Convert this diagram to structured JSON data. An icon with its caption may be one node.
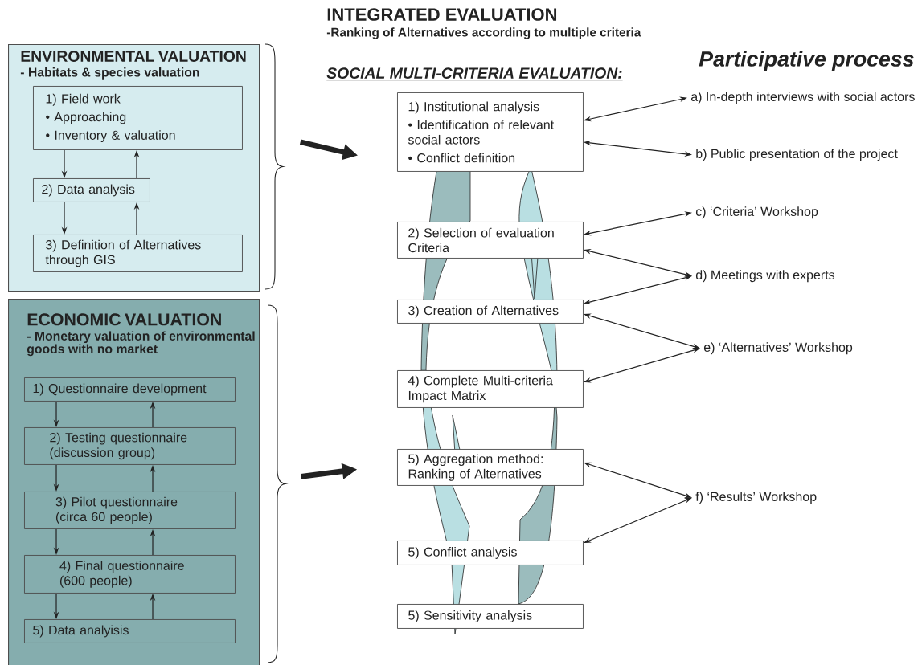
{
  "diagram": {
    "nodes": [
      {
        "text": [
          "ENVIRONMENTAL VALUATION",
          "- Habitats & species valuation"
        ]
      },
      {
        "text": [
          "1) Field work",
          "• Approaching",
          "• Inventory & valuation"
        ],
        "in": 0
      },
      {
        "text": [
          "2) Data analysis"
        ],
        "in": 0
      },
      {
        "text": [
          "3) Definition of Alternatives through GIS"
        ],
        "in": 0
      },
      {
        "text": [
          "ECONOMIC VALUATION",
          "- Monetary valuation of environmental goods with no market"
        ]
      },
      {
        "text": [
          "1) Questionnaire development"
        ],
        "in": 4
      },
      {
        "text": [
          "2) Testing questionnaire (discussion group)"
        ],
        "in": 4
      },
      {
        "text": [
          "3) Pilot questionnaire (circa 60 people)"
        ],
        "in": 4
      },
      {
        "text": [
          "4) Final questionnaire (600 people)"
        ],
        "in": 4
      },
      {
        "text": [
          "5) Data analyisis"
        ],
        "in": 4
      },
      {
        "text": [
          "1) Institutional analysis",
          "• Identification of relevant social actors",
          "• Conflict definition"
        ]
      },
      {
        "text": [
          "2) Selection of evaluation Criteria"
        ]
      },
      {
        "text": [
          "3) Creation of Alternatives"
        ]
      },
      {
        "text": [
          "4) Complete Multi-criteria Impact Matrix"
        ]
      },
      {
        "text": [
          "5) Aggregation method: Ranking of Alternatives"
        ]
      },
      {
        "text": [
          "5) Conflict analysis"
        ]
      },
      {
        "text": [
          "5) Sensitivity analysis"
        ]
      },
      {
        "text": [
          "a) In-depth interviews with social actors"
        ]
      },
      {
        "text": [
          "b) Public presentation of the project"
        ]
      },
      {
        "text": [
          "c) ‘Criteria’ Workshop"
        ]
      },
      {
        "text": [
          "d) Meetings with experts"
        ]
      },
      {
        "text": [
          "e) ‘Alternatives’ Workshop"
        ]
      },
      {
        "text": [
          "f) ‘Results’ Workshop"
        ]
      }
    ],
    "edges": [
      {
        "from": 1,
        "to": 2,
        "arrow": "to"
      },
      {
        "from": 2,
        "to": 1,
        "arrow": "to"
      },
      {
        "from": 2,
        "to": 3,
        "arrow": "to"
      },
      {
        "from": 3,
        "to": 2,
        "arrow": "to"
      },
      {
        "from": 5,
        "to": 6,
        "arrow": "to"
      },
      {
        "from": 6,
        "to": 5,
        "arrow": "to"
      },
      {
        "from": 6,
        "to": 7,
        "arrow": "to"
      },
      {
        "from": 7,
        "to": 6,
        "arrow": "to"
      },
      {
        "from": 7,
        "to": 8,
        "arrow": "to"
      },
      {
        "from": 8,
        "to": 7,
        "arrow": "to"
      },
      {
        "from": 8,
        "to": 9,
        "arrow": "to"
      },
      {
        "from": 9,
        "to": 8,
        "arrow": "to"
      },
      {
        "from": 0,
        "to": 10,
        "arrow": "to",
        "style": "thick"
      },
      {
        "from": 4,
        "to": 14,
        "arrow": "to",
        "style": "thick"
      },
      {
        "from": 10,
        "to": 17,
        "arrow": "both"
      },
      {
        "from": 10,
        "to": 18,
        "arrow": "both"
      },
      {
        "from": 11,
        "to": 19,
        "arrow": "both"
      },
      {
        "from": 11,
        "to": 20,
        "arrow": "both"
      },
      {
        "from": 12,
        "to": 20,
        "arrow": "both"
      },
      {
        "from": 12,
        "to": 21,
        "arrow": "both"
      },
      {
        "from": 13,
        "to": 21,
        "arrow": "both"
      },
      {
        "from": 14,
        "to": 22,
        "arrow": "both"
      },
      {
        "from": 15,
        "to": 22,
        "arrow": "both"
      }
    ],
    "labels": [
      "INTEGRATED EVALUATION",
      "-Ranking of Alternatives according to multiple criteria",
      "SOCIAL MULTI-CRITERIA EVALUATION:",
      "Participative process"
    ]
  }
}
